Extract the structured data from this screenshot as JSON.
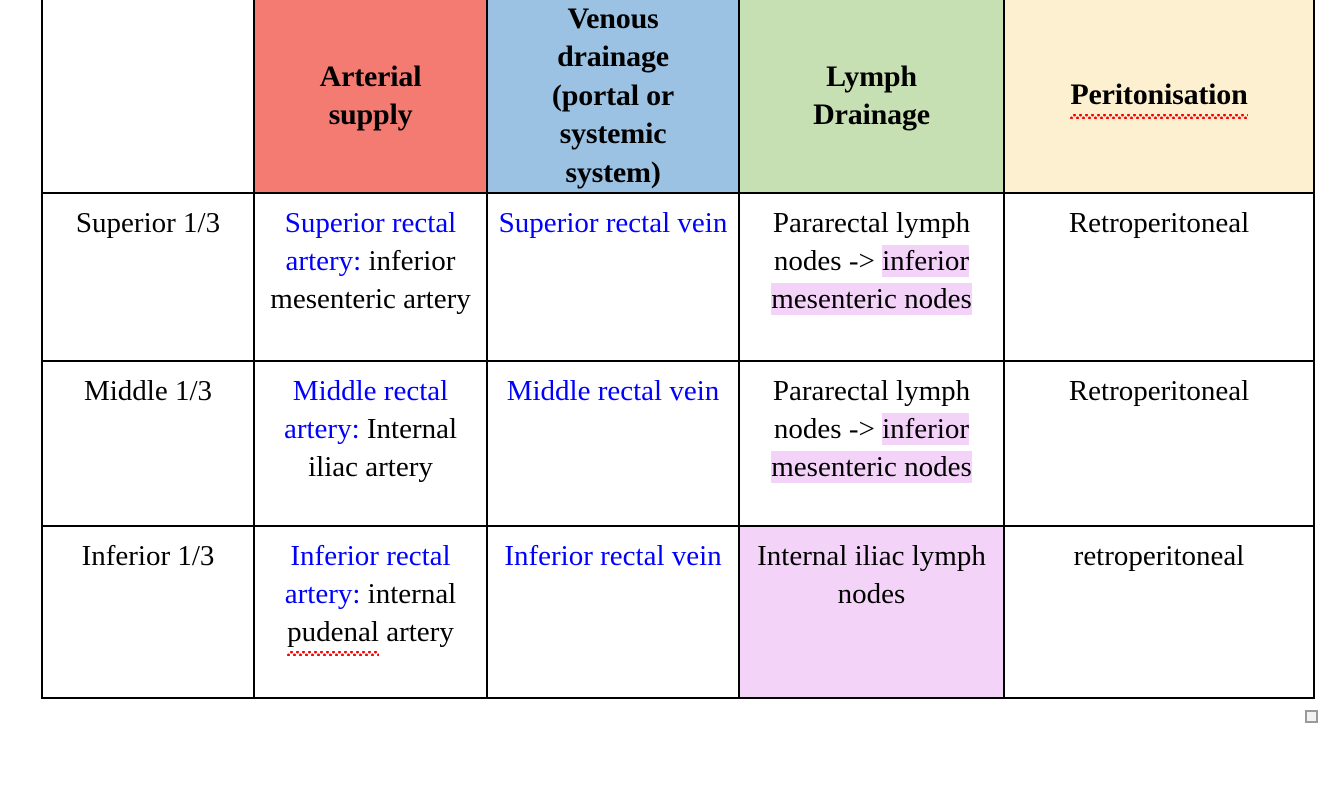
{
  "colors": {
    "header_arterial_bg": "#F37B72",
    "header_venous_bg": "#9BC2E2",
    "header_lymph_bg": "#C6E0B3",
    "header_peritonisation_bg": "#FDF0D0",
    "highlight_pink": "#F4D3F9",
    "link_blue": "#0000FF",
    "border": "#000000",
    "spellcheck_red": "#FF0000"
  },
  "table": {
    "headers": {
      "region": "",
      "arterial_supply": "Arterial supply",
      "venous_drainage": "Venous drainage (portal or systemic system)",
      "lymph_drainage": "Lymph Drainage",
      "peritonisation": "Peritonisation"
    },
    "header_lines": {
      "arterial_supply": [
        "Arterial",
        "supply"
      ],
      "venous_drainage": [
        "Venous",
        "drainage",
        "(portal or",
        "systemic",
        "system)"
      ],
      "lymph_drainage": [
        "Lymph",
        "Drainage"
      ],
      "peritonisation": [
        "Peritonisation"
      ]
    },
    "rows": [
      {
        "region": "Superior 1/3",
        "arterial_blue": "Superior rectal artery:",
        "arterial_black": " inferior mesenteric artery",
        "venous": "Superior rectal vein",
        "lymph_plain": "Pararectal lymph nodes -> ",
        "lymph_highlight": "inferior mesenteric nodes",
        "lymph_cell_filled": false,
        "peritonisation": "Retroperitoneal"
      },
      {
        "region": "Middle 1/3",
        "arterial_blue": "Middle rectal artery:",
        "arterial_black": " Internal iliac artery",
        "venous": "Middle rectal vein",
        "lymph_plain": "Pararectal lymph nodes -> ",
        "lymph_highlight": "inferior mesenteric nodes",
        "lymph_cell_filled": false,
        "peritonisation": "Retroperitoneal"
      },
      {
        "region": "Inferior 1/3",
        "arterial_blue": "Inferior rectal artery:",
        "arterial_black_pre": " internal ",
        "arterial_misspelled": "pudenal",
        "arterial_black_post": " artery",
        "venous": "Inferior rectal vein",
        "lymph_plain": "",
        "lymph_highlight": "Internal iliac lymph nodes",
        "lymph_cell_filled": true,
        "peritonisation": "retroperitoneal"
      }
    ]
  },
  "spellcheck": {
    "header_misspelled_word": "Peritonisation",
    "row3_misspelled_word": "pudenal"
  },
  "resize_handle": {
    "name": "table-resize-handle"
  }
}
